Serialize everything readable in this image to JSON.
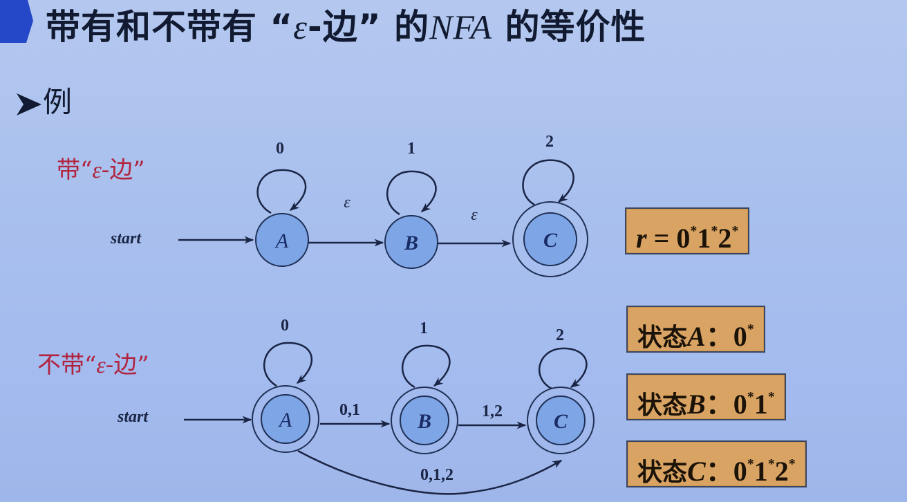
{
  "slide": {
    "title": {
      "prefix": "带有和不带有",
      "quote_open": "“",
      "epsilon": "ε",
      "edge_word": "-边",
      "quote_close": "”",
      "de": "的",
      "nfa": "NFA",
      "suffix": "的等价性"
    },
    "bullet": {
      "label": "例"
    },
    "colors": {
      "title_marker": "#2448c8",
      "state_fill": "#7ea6e6",
      "state_stroke": "#1f2f55",
      "label_red": "#b0243f",
      "box_fill": "#d9a463",
      "background": "#a9c0ee"
    }
  },
  "with_epsilon": {
    "label_prefix": "带",
    "label_quote_open": "“",
    "label_epsilon": "ε",
    "label_edge": "-边",
    "label_quote_close": "”",
    "start_label": "start",
    "states": [
      {
        "name": "A",
        "accepting": false,
        "self_loop": "0"
      },
      {
        "name": "B",
        "accepting": false,
        "self_loop": "1"
      },
      {
        "name": "C",
        "accepting": true,
        "self_loop": "2"
      }
    ],
    "transitions": [
      {
        "from": "A",
        "to": "B",
        "label": "ε"
      },
      {
        "from": "B",
        "to": "C",
        "label": "ε"
      }
    ],
    "regex_box": {
      "r": "r",
      "eq": " = ",
      "d0": "0",
      "d1": "1",
      "d2": "2",
      "star": "*"
    }
  },
  "without_epsilon": {
    "label_prefix": "不带",
    "label_quote_open": "“",
    "label_epsilon": "ε",
    "label_edge": "-边",
    "label_quote_close": "”",
    "start_label": "start",
    "states": [
      {
        "name": "A",
        "accepting": true,
        "self_loop": "0"
      },
      {
        "name": "B",
        "accepting": true,
        "self_loop": "1"
      },
      {
        "name": "C",
        "accepting": true,
        "self_loop": "2"
      }
    ],
    "transitions": [
      {
        "from": "A",
        "to": "B",
        "label": "0,1"
      },
      {
        "from": "B",
        "to": "C",
        "label": "1,2"
      },
      {
        "from": "A",
        "to": "C",
        "label": "0,1,2"
      }
    ],
    "state_boxes": [
      {
        "prefix": "状态",
        "state": "A",
        "colon": "：",
        "expr_parts": [
          "0"
        ],
        "star": "*"
      },
      {
        "prefix": "状态",
        "state": "B",
        "colon": "：",
        "expr_parts": [
          "0",
          "1"
        ],
        "star": "*"
      },
      {
        "prefix": "状态",
        "state": "C",
        "colon": "：",
        "expr_parts": [
          "0",
          "1",
          "2"
        ],
        "star": "*"
      }
    ]
  }
}
